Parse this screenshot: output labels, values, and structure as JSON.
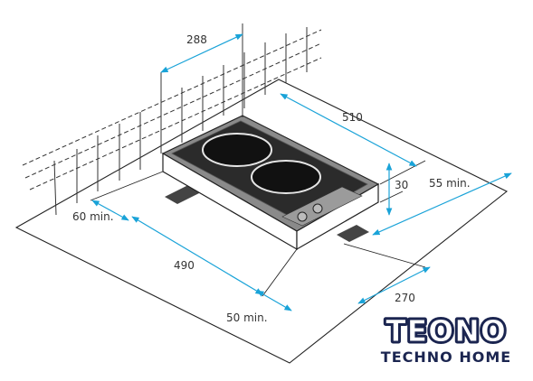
{
  "dimensions": {
    "cabinet_depth": "288",
    "hob_length": "510",
    "hob_height": "30",
    "clearance_right": "55 min.",
    "clearance_left": "60 min.",
    "cutout_length": "490",
    "cutout_width": "270",
    "clearance_front": "50 min."
  },
  "brand": {
    "name": "TEONO",
    "tagline": "TECHNO HOME"
  },
  "colors": {
    "dimension_line": "#1aa3d8",
    "outline": "#222222",
    "wall_dash": "#333333",
    "brand_dark": "#1b2550",
    "brand_light": "#ffffff"
  }
}
